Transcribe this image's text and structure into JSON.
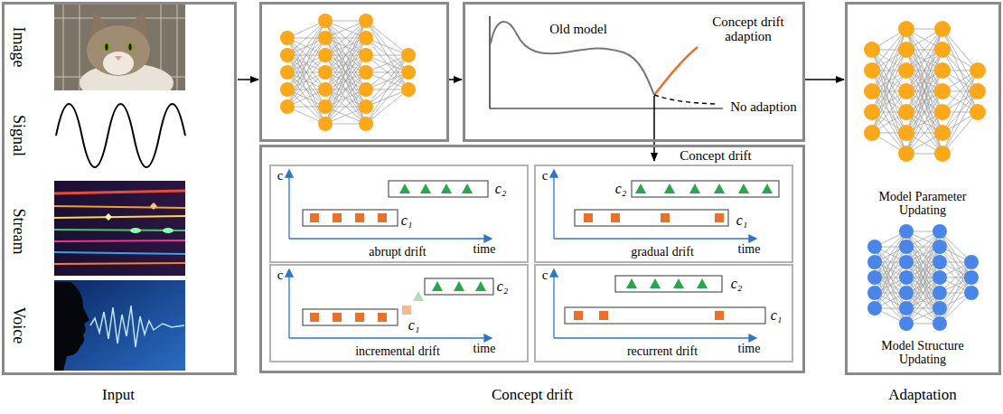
{
  "diagram": {
    "nodes": [
      {
        "text": [
          "Image",
          "Signal",
          "Stream",
          "Voice",
          "Input"
        ]
      },
      {
        "text": [
          "Old model",
          "Concept drift adaption",
          "No adaption"
        ]
      },
      {
        "text": [
          "Concept drift",
          "Concept drift"
        ]
      },
      {
        "text": [
          "c",
          "c₂",
          "c₁",
          "abrupt drift",
          "time"
        ],
        "in": 2
      },
      {
        "text": [
          "c",
          "c₂",
          "c₁",
          "gradual drift",
          "time"
        ],
        "in": 2
      },
      {
        "text": [
          "c",
          "c₂",
          "c₁",
          "incremental drift",
          "time"
        ],
        "in": 2
      },
      {
        "text": [
          "c",
          "c₂",
          "c₁",
          "recurrent drift",
          "time"
        ],
        "in": 2
      },
      {
        "text": [
          "Model Parameter Updating",
          "Model Structure Updating",
          "Adaptation"
        ]
      }
    ],
    "edges": [
      {
        "from": 1,
        "to": 2,
        "arrow": "to"
      },
      {
        "from": 1,
        "to": 7,
        "arrow": "to"
      }
    ]
  }
}
